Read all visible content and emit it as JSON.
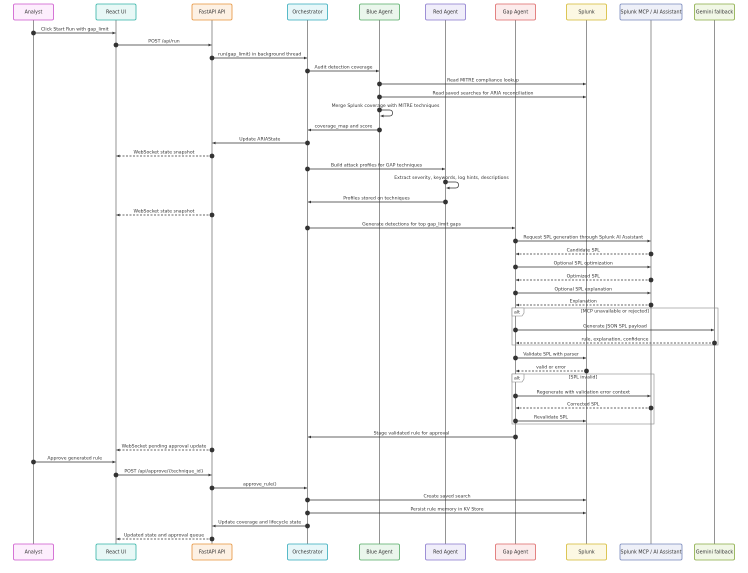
{
  "participants": [
    {
      "name": "Analyst",
      "color": "#cc55cc",
      "fill": "#fdeefd"
    },
    {
      "name": "React UI",
      "color": "#33b3a6",
      "fill": "#e8f8f6"
    },
    {
      "name": "FastAPI API",
      "color": "#e6923a",
      "fill": "#fdf1e4"
    },
    {
      "name": "Orchestrator",
      "color": "#33aabb",
      "fill": "#e7f7f9"
    },
    {
      "name": "Blue Agent",
      "color": "#55aa66",
      "fill": "#eaf6ec"
    },
    {
      "name": "Red Agent",
      "color": "#8877cc",
      "fill": "#f0eefa"
    },
    {
      "name": "Gap Agent",
      "color": "#dd6666",
      "fill": "#fcecec"
    },
    {
      "name": "Splunk",
      "color": "#d4b830",
      "fill": "#fcf8e3"
    },
    {
      "name": "Splunk MCP / AI Assistant",
      "color": "#7788bb",
      "fill": "#eef0f8"
    },
    {
      "name": "Gemini fallback",
      "color": "#88aa44",
      "fill": "#f1f7e6"
    }
  ],
  "messages": [
    {
      "from": 0,
      "to": 1,
      "text": "Click Start Run with gap_limit",
      "dashed": false
    },
    {
      "from": 1,
      "to": 2,
      "text": "POST /api/run",
      "dashed": false
    },
    {
      "from": 2,
      "to": 3,
      "text": "run(gap_limit) in background thread",
      "dashed": false
    },
    {
      "from": 3,
      "to": 4,
      "text": "Audit detection coverage",
      "dashed": false
    },
    {
      "from": 4,
      "to": 7,
      "text": "Read MITRE compliance lookup",
      "dashed": false
    },
    {
      "from": 4,
      "to": 7,
      "text": "Read saved searches for ARIA reconciliation",
      "dashed": false
    },
    {
      "from": 4,
      "to": 4,
      "text": "Merge Splunk coverage with MITRE techniques",
      "dashed": false
    },
    {
      "from": 4,
      "to": 3,
      "text": "coverage_map and score",
      "dashed": false
    },
    {
      "from": 3,
      "to": 2,
      "text": "Update ARIAState",
      "dashed": false
    },
    {
      "from": 2,
      "to": 1,
      "text": "WebSocket state snapshot",
      "dashed": true
    },
    {
      "from": 3,
      "to": 5,
      "text": "Build attack profiles for GAP techniques",
      "dashed": false
    },
    {
      "from": 5,
      "to": 5,
      "text": "Extract severity, keywords, log hints, descriptions",
      "dashed": false
    },
    {
      "from": 5,
      "to": 3,
      "text": "Profiles stored on techniques",
      "dashed": false
    },
    {
      "from": 2,
      "to": 1,
      "text": "WebSocket state snapshot",
      "dashed": true
    },
    {
      "from": 3,
      "to": 6,
      "text": "Generate detections for top gap_limit gaps",
      "dashed": false
    },
    {
      "from": 6,
      "to": 8,
      "text": "Request SPL generation through Splunk AI Assistant",
      "dashed": false
    },
    {
      "from": 8,
      "to": 6,
      "text": "Candidate SPL",
      "dashed": true
    },
    {
      "from": 6,
      "to": 8,
      "text": "Optional SPL optimization",
      "dashed": false
    },
    {
      "from": 8,
      "to": 6,
      "text": "Optimized SPL",
      "dashed": true
    },
    {
      "from": 6,
      "to": 8,
      "text": "Optional SPL explanation",
      "dashed": false
    },
    {
      "from": 8,
      "to": 6,
      "text": "Explanation",
      "dashed": true
    },
    {
      "from": 6,
      "to": 9,
      "text": "Generate JSON SPL payload",
      "dashed": false
    },
    {
      "from": 9,
      "to": 6,
      "text": "rule, explanation, confidence",
      "dashed": true
    },
    {
      "from": 6,
      "to": 7,
      "text": "Validate SPL with parser",
      "dashed": false
    },
    {
      "from": 7,
      "to": 6,
      "text": "valid or error",
      "dashed": true
    },
    {
      "from": 6,
      "to": 8,
      "text": "Regenerate with validation error context",
      "dashed": false
    },
    {
      "from": 8,
      "to": 6,
      "text": "Corrected SPL",
      "dashed": true
    },
    {
      "from": 6,
      "to": 7,
      "text": "Revalidate SPL",
      "dashed": false
    },
    {
      "from": 6,
      "to": 3,
      "text": "Stage validated rule for approval",
      "dashed": false
    },
    {
      "from": 2,
      "to": 1,
      "text": "WebSocket pending approval update",
      "dashed": true
    },
    {
      "from": 0,
      "to": 1,
      "text": "Approve generated rule",
      "dashed": false
    },
    {
      "from": 1,
      "to": 2,
      "text": "POST /api/approve/{technique_id}",
      "dashed": false
    },
    {
      "from": 2,
      "to": 3,
      "text": "approve_rule()",
      "dashed": false
    },
    {
      "from": 3,
      "to": 7,
      "text": "Create saved search",
      "dashed": false
    },
    {
      "from": 3,
      "to": 7,
      "text": "Persist rule memory in KV Store",
      "dashed": false
    },
    {
      "from": 3,
      "to": 2,
      "text": "Update coverage and lifecycle state",
      "dashed": false
    },
    {
      "from": 2,
      "to": 1,
      "text": "Updated state and approval queue",
      "dashed": true
    }
  ],
  "frames": [
    {
      "tag": "alt",
      "condition": "[MCP unavailable or rejected]"
    },
    {
      "tag": "alt",
      "condition": "[SPL invalid]"
    }
  ]
}
